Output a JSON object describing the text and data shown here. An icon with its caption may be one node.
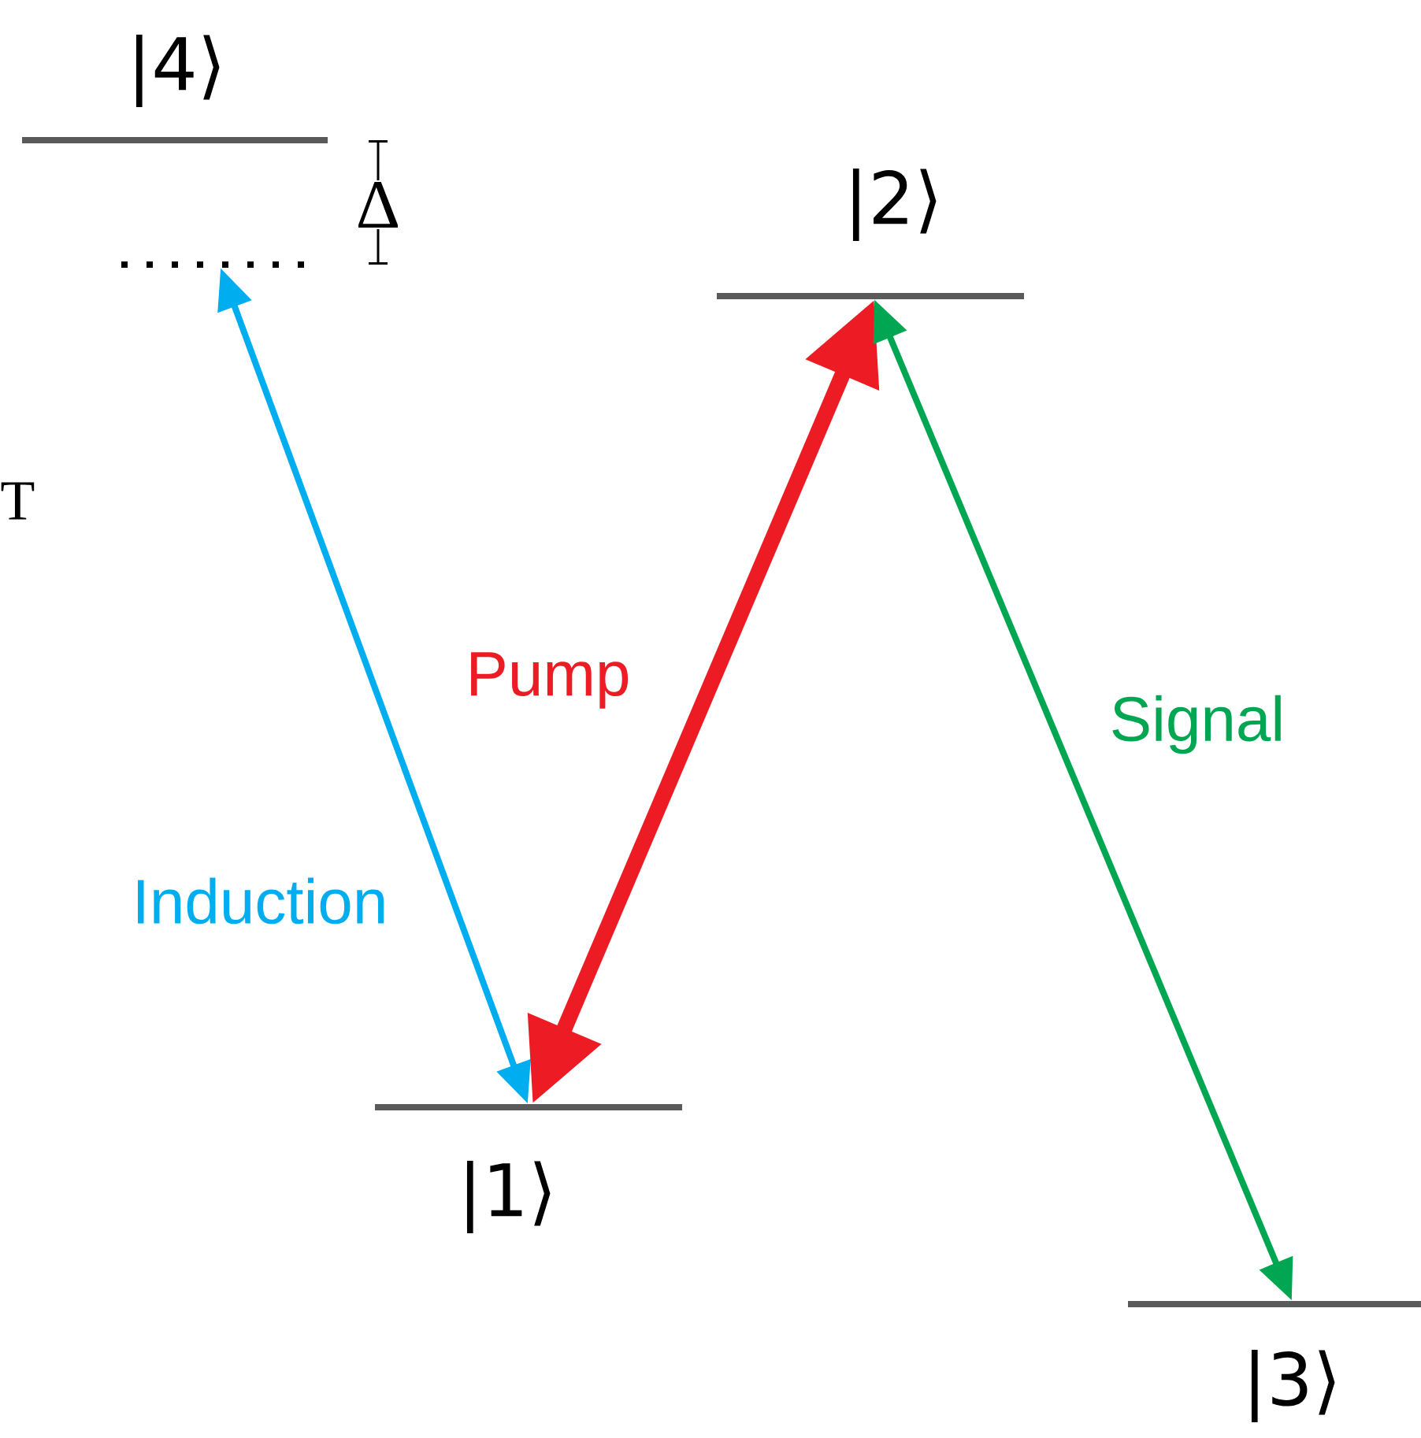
{
  "diagram": {
    "nodes": [
      {
        "text": [
          "|4⟩"
        ]
      },
      {
        "text": [],
        "shape": "bar"
      },
      {
        "text": [
          "|2⟩"
        ]
      },
      {
        "text": [
          "|1⟩"
        ]
      },
      {
        "text": [
          "|3⟩"
        ]
      }
    ],
    "edges": [
      {
        "from": 3,
        "to": 1,
        "arrow": "both",
        "label": "Induction",
        "color": "#00aeef"
      },
      {
        "from": 3,
        "to": 2,
        "arrow": "both",
        "label": "Pump",
        "style": "thick",
        "color": "#ed1c24"
      },
      {
        "from": 2,
        "to": 4,
        "arrow": "both",
        "label": "Signal",
        "color": "#00a651"
      }
    ],
    "labels": [
      "Δ",
      "T"
    ]
  }
}
